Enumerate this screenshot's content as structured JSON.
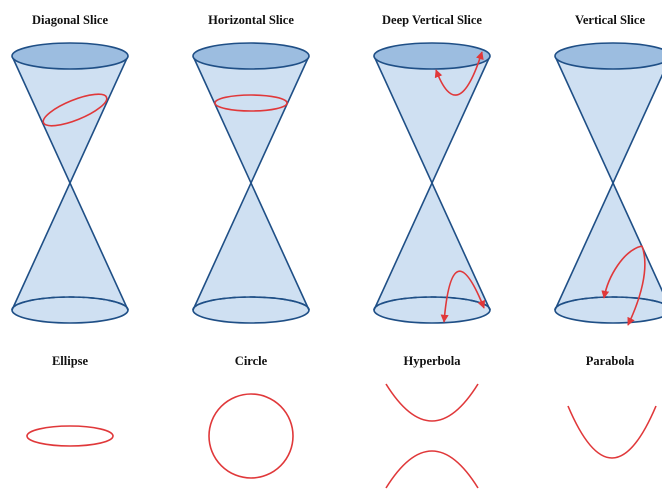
{
  "panels": [
    {
      "title": "Diagonal Slice",
      "curve_label": "Ellipse"
    },
    {
      "title": "Horizontal Slice",
      "curve_label": "Circle"
    },
    {
      "title": "Deep Vertical Slice",
      "curve_label": "Hyperbola"
    },
    {
      "title": "Vertical Slice",
      "curve_label": "Parabola"
    }
  ],
  "colors": {
    "cone_fill": "#cfe0f2",
    "rim_fill": "#9cbde0",
    "outline": "#1f4f86",
    "section": "#e0383a"
  }
}
